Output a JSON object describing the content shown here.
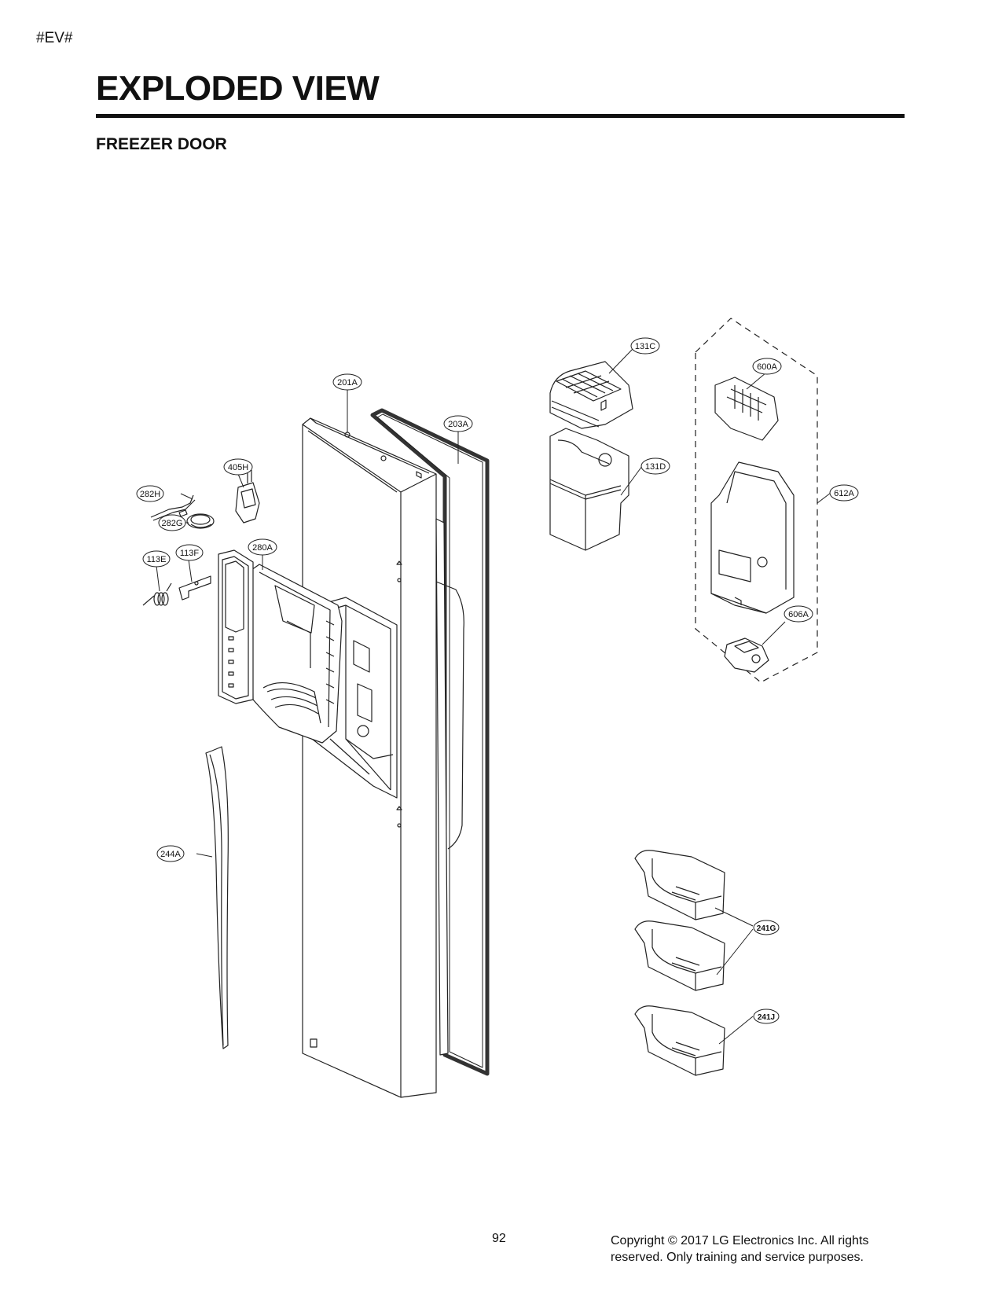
{
  "header": {
    "tag": "#EV#",
    "title": "EXPLODED VIEW",
    "subtitle": "FREEZER DOOR"
  },
  "parts": {
    "p201A": "201A",
    "p203A": "203A",
    "p405H": "405H",
    "p282H": "282H",
    "p282G": "282G",
    "p280A": "280A",
    "p113E": "113E",
    "p113F": "113F",
    "p244A": "244A",
    "p131C": "131C",
    "p131D": "131D",
    "p600A": "600A",
    "p612A": "612A",
    "p606A": "606A",
    "p241G": "241G",
    "p241J": "241J"
  },
  "footer": {
    "page_number": "92",
    "copyright_line1": "Copyright © 2017 LG Electronics Inc. All rights",
    "copyright_line2": "reserved. Only training and service purposes."
  }
}
